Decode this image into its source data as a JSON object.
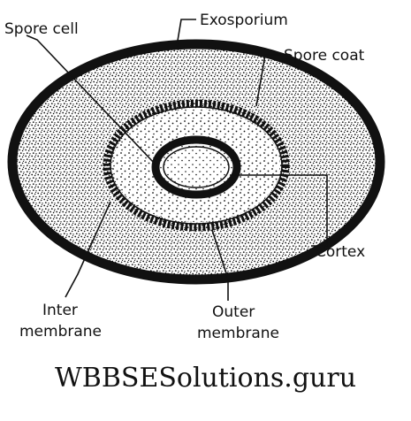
{
  "labels": {
    "spore_cell": "Spore cell",
    "exosporium": "Exosporium",
    "spore_coat": "Spore coat",
    "cortex": "Cortex",
    "inter_membrane_line1": "Inter",
    "inter_membrane_line2": "membrane",
    "outer_membrane_line1": "Outer",
    "outer_membrane_line2": "membrane"
  },
  "caption": "WBBSESolutions.guru",
  "colors": {
    "ink": "#111111",
    "background": "#ffffff"
  }
}
